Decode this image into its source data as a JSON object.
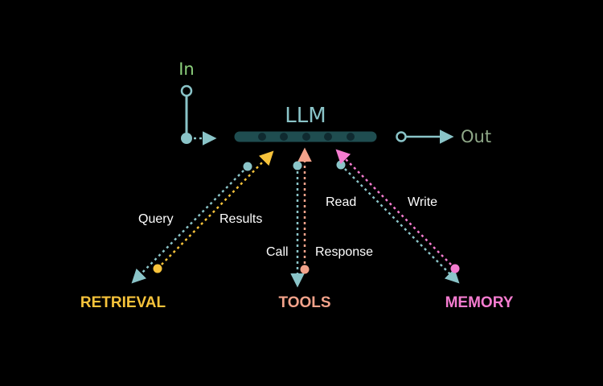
{
  "diagram": {
    "input_label": "In",
    "output_label": "Out",
    "center_label": "LLM",
    "nodes": {
      "retrieval": "RETRIEVAL",
      "tools": "TOOLS",
      "memory": "MEMORY"
    },
    "edges": {
      "query": "Query",
      "results": "Results",
      "call": "Call",
      "response": "Response",
      "read": "Read",
      "write": "Write"
    }
  },
  "colors": {
    "background": "#000000",
    "llm_bar": "#1f4d50",
    "llm_dots": "#0f2a30",
    "teal": "#8ac4c8",
    "input_label": "#8cd07c",
    "output_label": "#8fa888",
    "retrieval": "#f7c33b",
    "tools": "#f2a28a",
    "memory": "#f57cd0",
    "edge_text": "#ffffff"
  }
}
